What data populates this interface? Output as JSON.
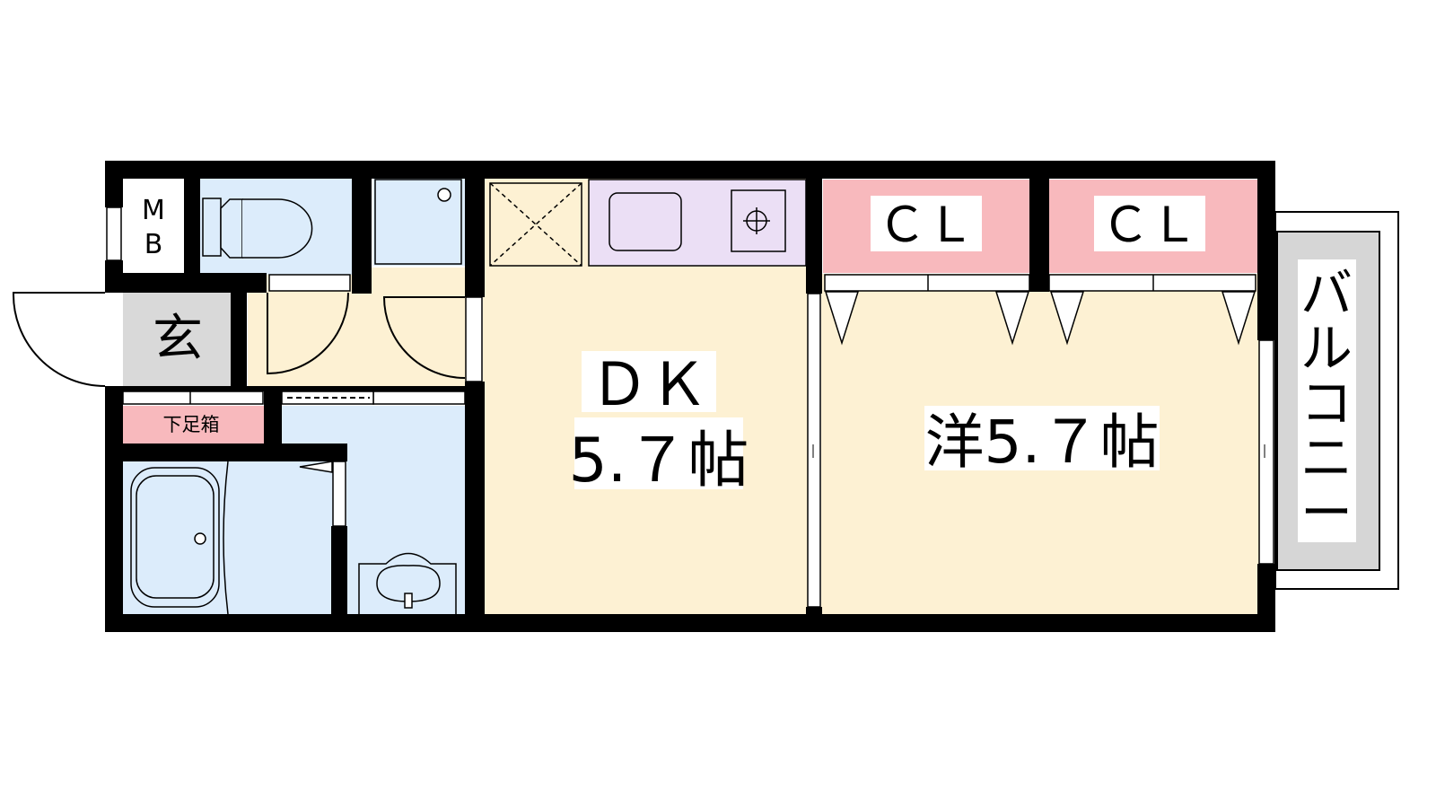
{
  "labels": {
    "mb_top": "M",
    "mb_bottom": "B",
    "entrance": "玄",
    "shoe_box": "下足箱",
    "dk_title": "ＤＫ",
    "dk_size": "5.７帖",
    "closet_left": "ＣＬ",
    "closet_right": "ＣＬ",
    "western_room": "洋5.７帖",
    "balcony": [
      "バ",
      "ル",
      "コ",
      "ニ",
      "ー"
    ]
  },
  "colors": {
    "wall": "#000000",
    "wet_area": "#dcecfb",
    "floor": "#fdf1d3",
    "kitchen": "#ebdff5",
    "closet": "#f8b9bd",
    "entrance": "#d9d9d9",
    "balcony": "#d6d6d6",
    "shoe_box": "#f8b9bd"
  }
}
